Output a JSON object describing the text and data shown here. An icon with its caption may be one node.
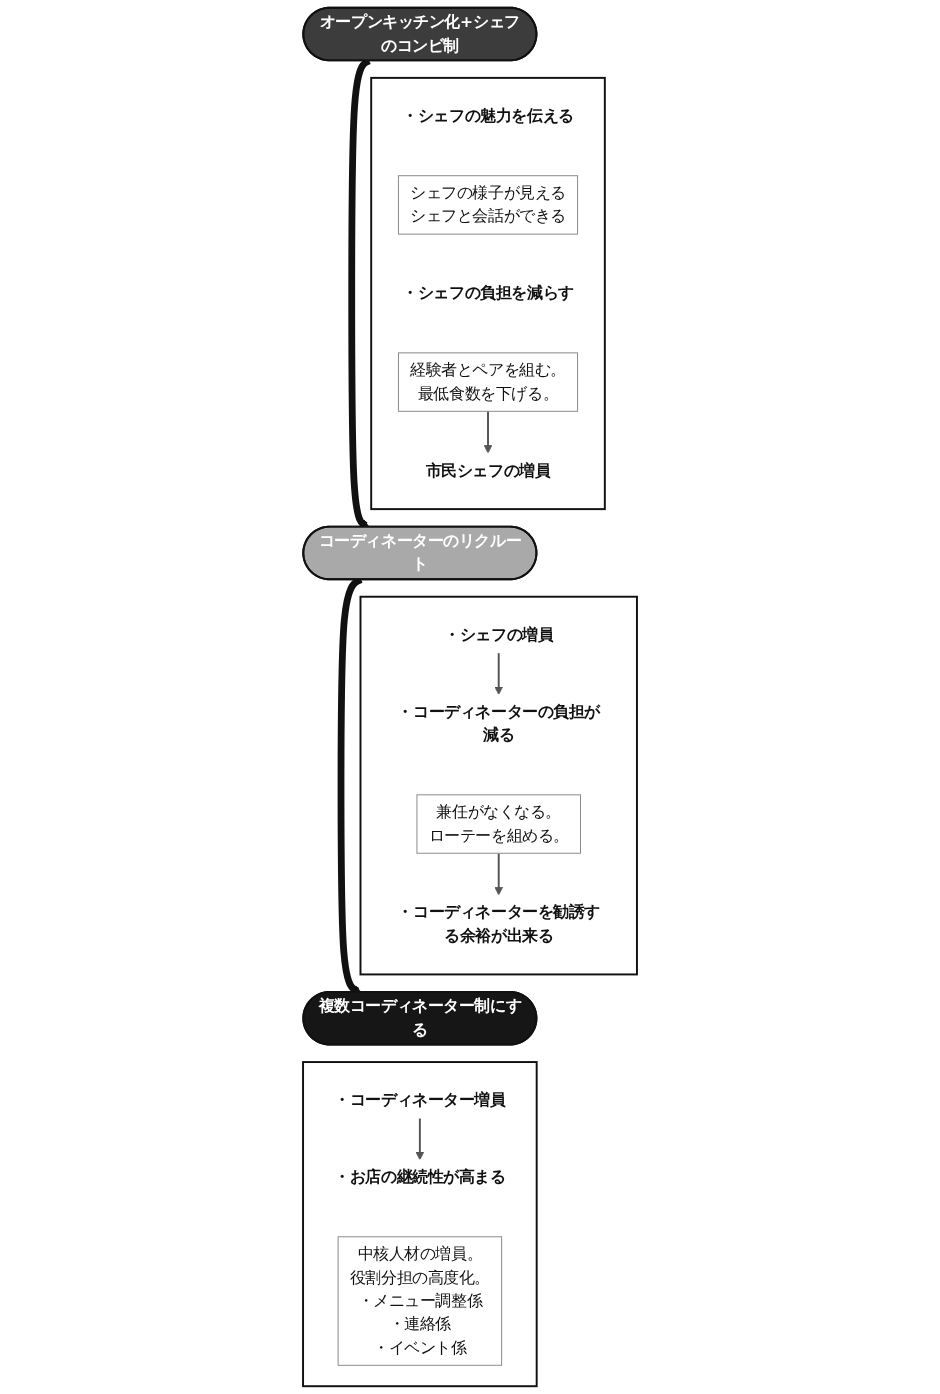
{
  "diagram": {
    "nodes": [
      {
        "text": [
          "オープンキッチン化+シェフのコンビ制"
        ]
      },
      {
        "text": [],
        "shape": "box"
      },
      {
        "text": [
          "・シェフの魅力を伝える"
        ],
        "in": 1
      },
      {
        "text": [
          "シェフの様子が見える",
          "シェフと会話ができる"
        ],
        "in": 1
      },
      {
        "text": [
          "・シェフの負担を減らす"
        ],
        "in": 1
      },
      {
        "text": [
          "経験者とペアを組む。",
          "最低食数を下げる。"
        ],
        "in": 1
      },
      {
        "text": [
          "市民シェフの増員"
        ],
        "in": 1
      },
      {
        "text": [
          "コーディネーターのリクルート"
        ]
      },
      {
        "text": [],
        "shape": "box"
      },
      {
        "text": [
          "・シェフの増員"
        ],
        "in": 8
      },
      {
        "text": [
          "・コーディネーターの負担が減る"
        ],
        "in": 8
      },
      {
        "text": [
          "兼任がなくなる。",
          "ローテーを組める。"
        ],
        "in": 8
      },
      {
        "text": [
          "・コーディネーターを勧誘する余裕が出来る"
        ],
        "in": 8
      },
      {
        "text": [
          "複数コーディネーター制にする"
        ]
      },
      {
        "text": [],
        "shape": "box"
      },
      {
        "text": [
          "・コーディネーター増員"
        ],
        "in": 14
      },
      {
        "text": [
          "・お店の継続性が高まる"
        ],
        "in": 14
      },
      {
        "text": [
          "中核人材の増員。",
          "役割分担の高度化。",
          "・メニュー調整係",
          "・連絡係",
          "・イベント係"
        ],
        "in": 14
      }
    ],
    "edges": [
      {
        "from": 0,
        "to": 7,
        "arrow": "to",
        "style": "thick",
        "color": "#111111"
      },
      {
        "from": 7,
        "to": 13,
        "arrow": "to",
        "style": "thick",
        "color": "#111111"
      },
      {
        "from": 5,
        "to": 6,
        "arrow": "to"
      },
      {
        "from": 9,
        "to": 10,
        "arrow": "to"
      },
      {
        "from": 11,
        "to": 12,
        "arrow": "to"
      },
      {
        "from": 15,
        "to": 16,
        "arrow": "to"
      }
    ]
  }
}
